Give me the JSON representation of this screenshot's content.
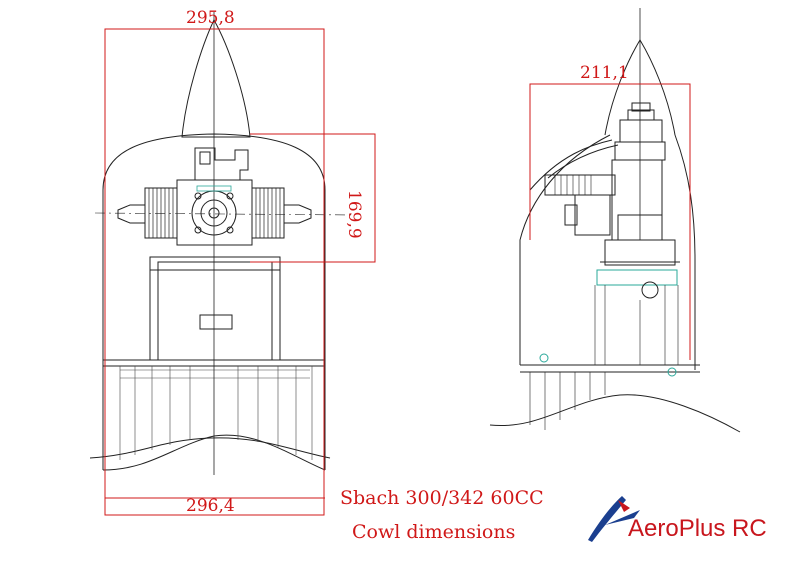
{
  "dimensions": {
    "front_top": "295,8",
    "front_right": "169,9",
    "front_bottom": "296,4",
    "side_top": "211,1"
  },
  "caption": {
    "line1": "Sbach 300/342 60CC",
    "line2": "Cowl dimensions"
  },
  "logo": {
    "text": "AeroPlus RC",
    "text_prefix": "A",
    "text_rest": "eroPlus RC",
    "icon": "aircraft-swoosh-icon"
  },
  "colors": {
    "dimension": "#d01818",
    "drawing": "#222222",
    "highlight": "#2aa89a",
    "logo_red": "#c8161d",
    "logo_blue": "#1b3f8f"
  }
}
